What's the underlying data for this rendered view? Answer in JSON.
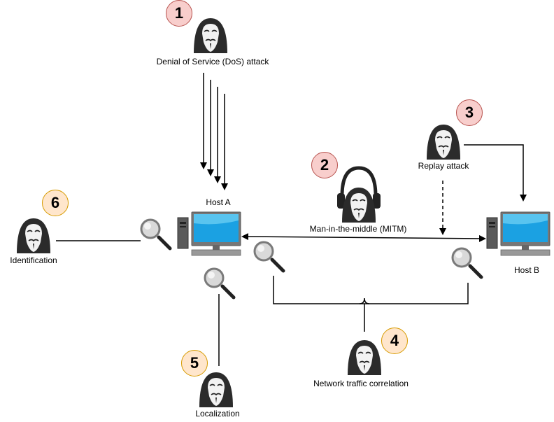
{
  "labels": {
    "dos": "Denial of Service (DoS) attack",
    "host_a": "Host A",
    "host_b": "Host B",
    "mitm": "Man-in-the-middle (MITM)",
    "replay": "Replay attack",
    "identification": "Identification",
    "localization": "Localization",
    "correlation": "Network traffic correlation"
  },
  "badges": {
    "b1": "1",
    "b2": "2",
    "b3": "3",
    "b4": "4",
    "b5": "5",
    "b6": "6"
  },
  "colors": {
    "badge_red_fill": "#f8cecc",
    "badge_red_border": "#b85450",
    "badge_orange_fill": "#ffe6cc",
    "badge_orange_border": "#d79b00",
    "screen": "#1ba1e2",
    "line": "#000000"
  },
  "icons": {
    "attacker": "hooded-masked-attacker-icon",
    "computer": "desktop-computer-icon",
    "magnifier": "magnifying-glass-icon",
    "headphones": "headphones-icon"
  }
}
